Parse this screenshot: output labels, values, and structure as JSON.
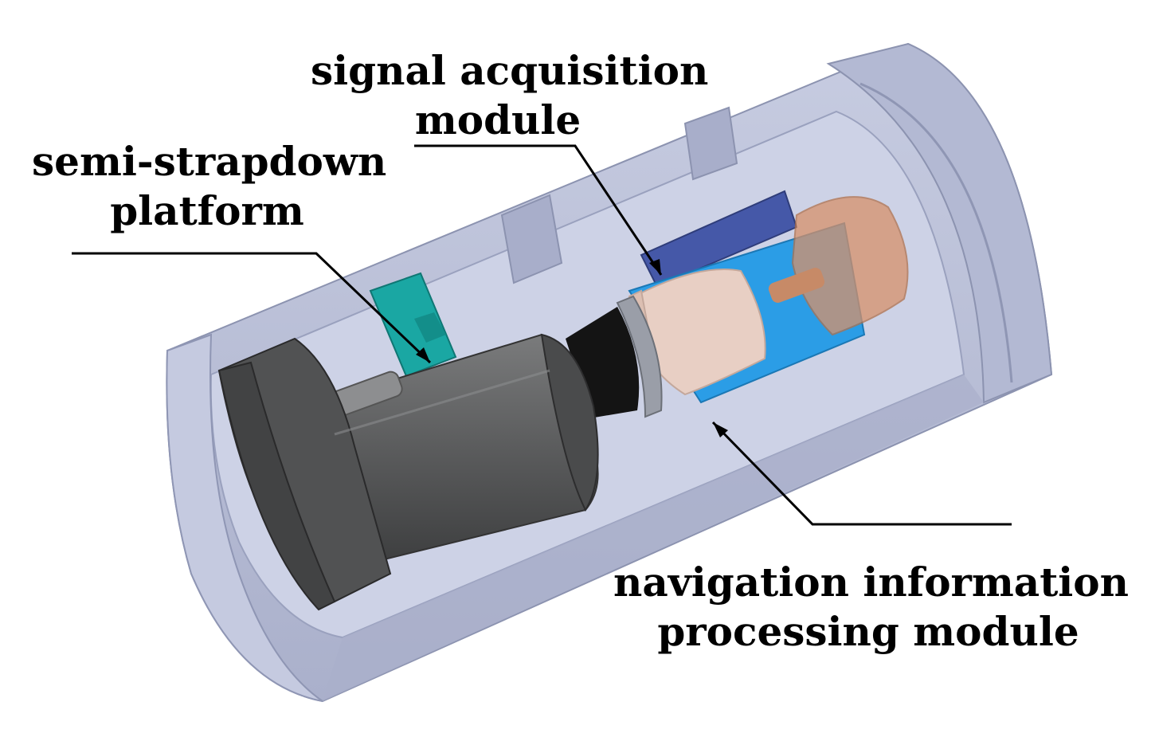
{
  "labels": {
    "signal_acquisition": {
      "line1": "signal acquisition",
      "line2": "module"
    },
    "semi_strapdown": {
      "line1": "semi-strapdown",
      "line2": "platform"
    },
    "navigation": {
      "line1": "navigation information",
      "line2": "processing module"
    }
  },
  "colors": {
    "housing": "#bcc2d9",
    "housing_shade": "#9ea5c2",
    "housing_light": "#d9ddec",
    "motor": "#5f6061",
    "motor_dark": "#3f3f40",
    "teal_block": "#1aa7a3",
    "blue_board": "#2b9de6",
    "navy_board": "#4558a8",
    "pink_block": "#e8cfc4",
    "copper": "#d7916a",
    "ring_black": "#141414",
    "ring_gold": "#d9a41a",
    "leader": "#000000"
  }
}
